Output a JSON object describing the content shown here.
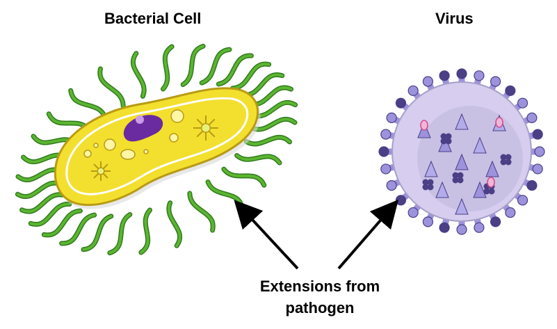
{
  "labels": {
    "bacterial_cell": "Bacterial Cell",
    "virus": "Virus",
    "caption_line1": "Extensions from",
    "caption_line2": "pathogen"
  },
  "colors": {
    "flagella": "#5cb531",
    "flagella_dark": "#2f7a1c",
    "cell_body": "#f3df2e",
    "cell_outline": "#b89a14",
    "nucleoid": "#6a2aa0",
    "virus_body": "#d6cdef",
    "virus_core": "#b7aed0",
    "spike": "#9c93dc",
    "spike_dark": "#4b3f86",
    "dot": "#d24b8f",
    "arrow": "#000000"
  },
  "icons": [
    "bacterium-illustration",
    "virus-illustration",
    "arrow-left-icon",
    "arrow-right-icon"
  ]
}
